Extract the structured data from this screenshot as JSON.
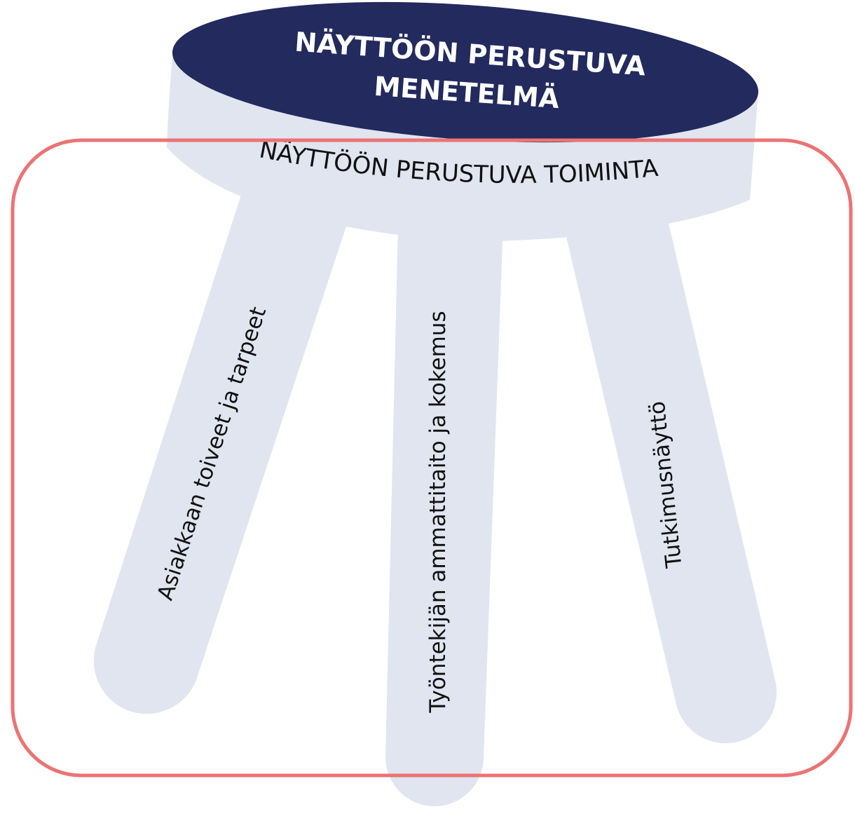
{
  "colors": {
    "background": "#ffffff",
    "seat_top": "#232a5e",
    "stool_body": "#e0e5f0",
    "highlight_border": "#ec7373",
    "text_dark": "#111111",
    "text_light": "#ffffff"
  },
  "seat": {
    "title_line1": "NÄYTTÖÖN PERUSTUVA",
    "title_line2": "MENETELMÄ",
    "band_label": "NÄYTTÖÖN PERUSTUVA TOIMINTA"
  },
  "legs": [
    {
      "label": "Asiakkaan toiveet ja tarpeet"
    },
    {
      "label": "Työntekijän ammattitaito ja kokemus"
    },
    {
      "label": "Tutkimusnäyttö"
    }
  ]
}
